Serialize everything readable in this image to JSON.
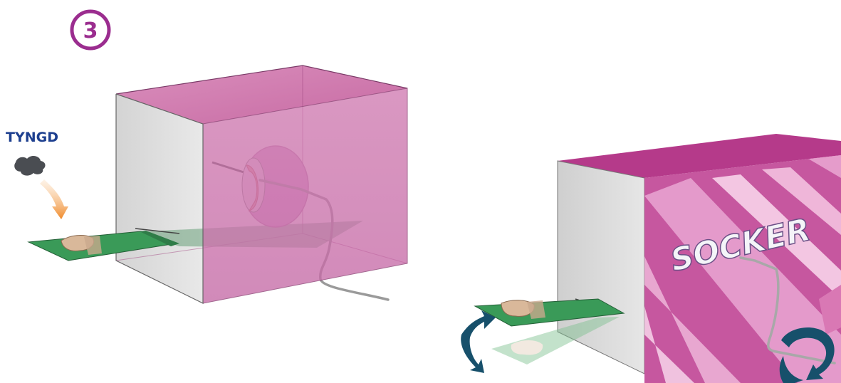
{
  "step": {
    "number": "3",
    "color": "#9b2d8f"
  },
  "labels": {
    "weight": "TYNGD",
    "sugar": "SOCKER"
  },
  "colors": {
    "box_pink": "#c04e9a",
    "box_top": "#b0518f",
    "box_side": "#d8d8d8",
    "strip_green": "#3a9a58",
    "ink_blue": "#1d3f8f",
    "arrow_orange": "#f08a2a",
    "rotate_teal": "#17506b"
  },
  "icons": [
    "step-badge",
    "weight-blob-icon",
    "down-arrow-icon",
    "tilt-arrow-icon",
    "rotate-arrow-icon"
  ]
}
